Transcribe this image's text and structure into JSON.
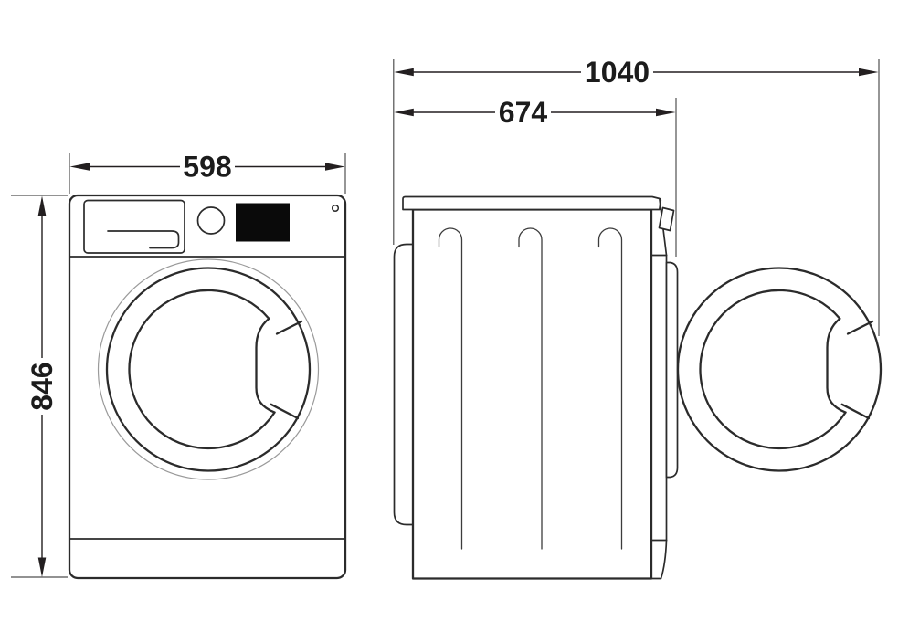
{
  "drawing": {
    "subject": "washing-machine-dimension-drawing",
    "front_view": {
      "width_label": "598",
      "height_label": "846"
    },
    "side_view": {
      "total_depth_label": "1040",
      "body_depth_label": "674"
    },
    "colors": {
      "outline": "#2b2b2b",
      "dimension_line": "#231f20",
      "display_fill": "#0a0a0a",
      "door_halo": "#9a9a9a",
      "background": "#ffffff"
    }
  }
}
